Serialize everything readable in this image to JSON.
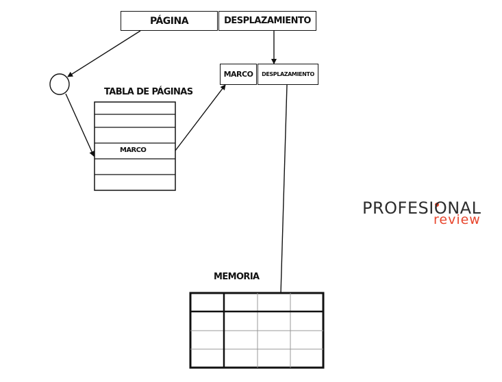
{
  "diagram": {
    "logical_address": {
      "page_label": "PÁGINA",
      "offset_label": "DESPLAZAMIENTO"
    },
    "physical_address": {
      "frame_label": "MARCO",
      "offset_label": "DESPLAZAMIENTO"
    },
    "page_table": {
      "title": "TABLA DE PÁGINAS",
      "highlighted_entry_label": "MARCO",
      "rows": [
        "",
        "",
        "",
        "MARCO",
        "",
        ""
      ]
    },
    "memory": {
      "title": "MEMORIA"
    }
  },
  "logo": {
    "text": "PROFESIONAL",
    "subtext": "review",
    "colors": {
      "primary": "#2d2d2d",
      "accent": "#e8452c"
    }
  }
}
